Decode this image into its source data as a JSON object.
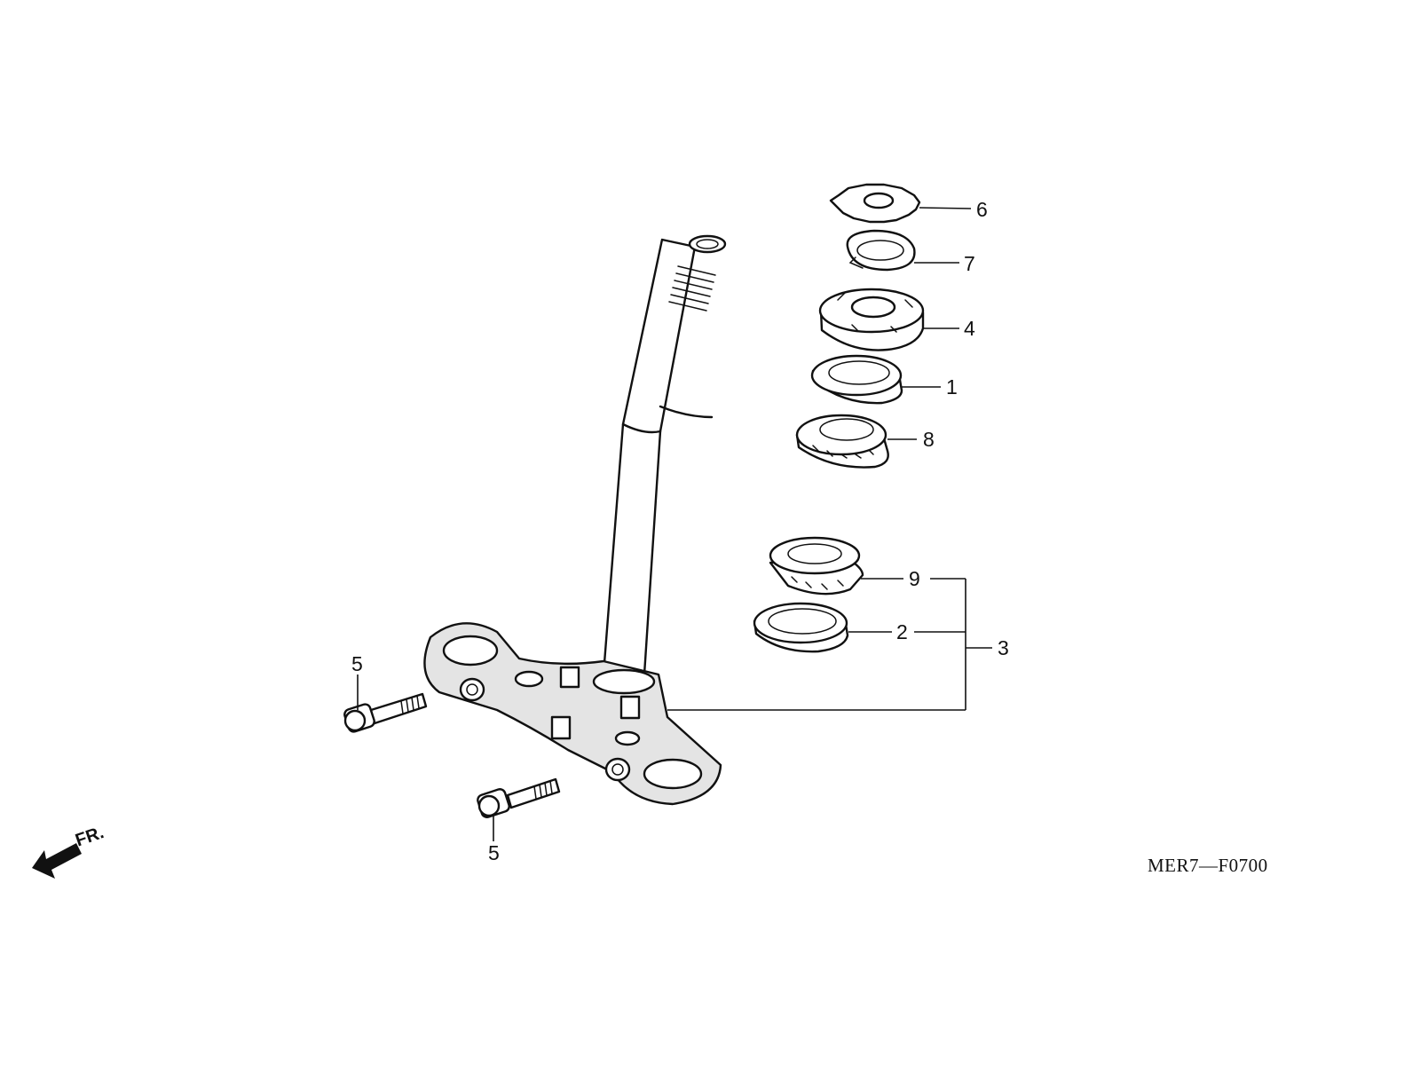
{
  "diagram": {
    "code": "MER7—F0700",
    "front_label": "FR.",
    "callouts": {
      "c1": "1",
      "c2": "2",
      "c3": "3",
      "c4": "4",
      "c5a": "5",
      "c5b": "5",
      "c6": "6",
      "c7": "7",
      "c8": "8",
      "c9": "9"
    },
    "icons": {
      "front": "front-direction-arrow-icon"
    }
  }
}
